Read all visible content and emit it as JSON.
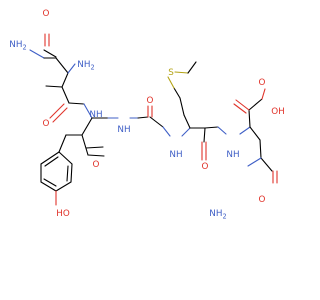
{
  "molecule": {
    "atom_labels": {
      "nh2_top": "NH2",
      "o_top": "O",
      "nh2_alpha": "NH2",
      "o_left": "O",
      "nh_tyr": "NH",
      "nh_gly": "NH",
      "o_gly": "O",
      "s": "S",
      "o_tyr": "O",
      "nh_met": "NH",
      "o_met": "O",
      "nh_asn": "NH",
      "o_acid": "O",
      "oh_acid": "OH",
      "ho_phenol": "HO",
      "o_amide": "O",
      "nh2_bottom": "NH2"
    },
    "colors": {
      "bond": "#000000",
      "oxygen": "#e0332a",
      "nitrogen": "#3f5fc6",
      "sulfur": "#b3a315",
      "background": "#ffffff"
    }
  }
}
